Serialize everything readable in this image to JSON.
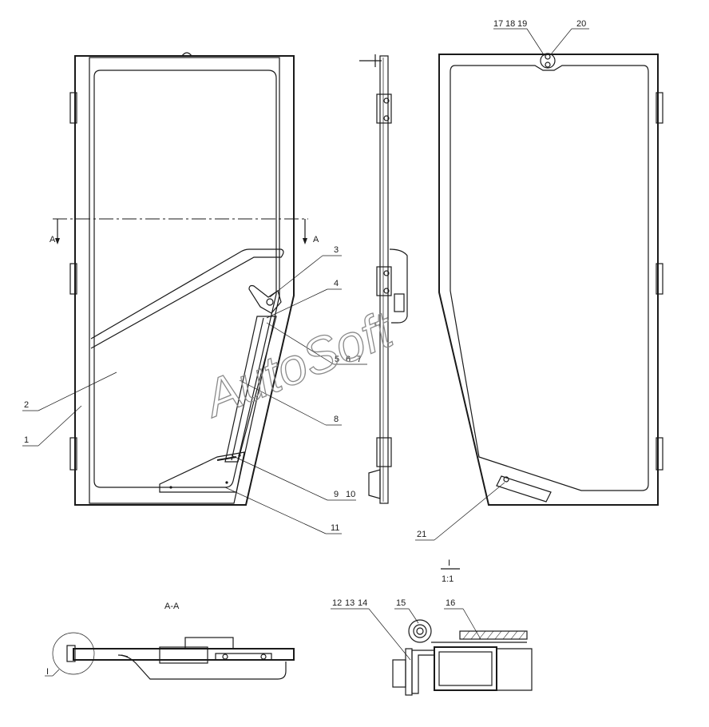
{
  "watermark": "AutoSoft",
  "section_label": "A-A",
  "section_arrow_left": "A",
  "section_arrow_right": "A",
  "detail_label": "I",
  "detail_header": "I",
  "detail_scale": "1:1",
  "callouts": {
    "c1": "1",
    "c2": "2",
    "c3": "3",
    "c4": "4",
    "c5": "5",
    "c6": "6",
    "c7": "7",
    "c8": "8",
    "c9": "9",
    "c10": "10",
    "c11": "11",
    "c12": "12",
    "c13": "13",
    "c14": "14",
    "c15": "15",
    "c16": "16",
    "c17": "17",
    "c18": "18",
    "c19": "19",
    "c20": "20",
    "c21": "21"
  }
}
